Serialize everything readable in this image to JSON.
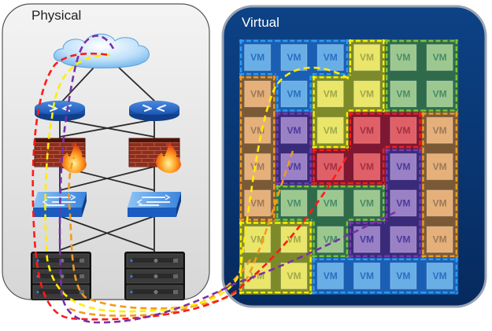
{
  "panels": {
    "physical": {
      "title": "Physical"
    },
    "virtual": {
      "title": "Virtual"
    }
  },
  "physical_devices": {
    "cloud": {
      "label": "cloud",
      "icon": "cloud-icon"
    },
    "routers": [
      {
        "icon": "router-icon"
      },
      {
        "icon": "router-icon"
      }
    ],
    "firewalls": [
      {
        "icon": "firewall-icon"
      },
      {
        "icon": "firewall-icon"
      }
    ],
    "switches": [
      {
        "icon": "switch-icon"
      },
      {
        "icon": "switch-icon"
      }
    ],
    "server_stacks": [
      {
        "icon": "server-rack-icon",
        "units": 3
      },
      {
        "icon": "server-rack-icon",
        "units": 3
      }
    ]
  },
  "vm_label": "VM",
  "vm_grid": {
    "columns": 6,
    "rows": 7,
    "cells": [
      [
        "blue",
        "blue",
        "blue",
        "yellow",
        "green",
        "green"
      ],
      [
        "orange",
        "blue",
        "yellow",
        "yellow",
        "green",
        "green"
      ],
      [
        "orange",
        "purple",
        "yellow",
        "red",
        "red",
        "orange"
      ],
      [
        "orange",
        "purple",
        "red",
        "red",
        "purple",
        "orange"
      ],
      [
        "orange",
        "green",
        "green",
        "green",
        "purple",
        "orange"
      ],
      [
        "yellow",
        "yellow",
        "green",
        "purple",
        "purple",
        "orange"
      ],
      [
        "yellow",
        "yellow",
        "blue",
        "blue",
        "blue",
        "blue"
      ]
    ]
  },
  "groups": {
    "blue": {
      "name": "blue-group",
      "fill": "#1a5fb4",
      "border": "#2d9cf0",
      "tile": "#6aaee6",
      "text": "#2a6fc0"
    },
    "yellow": {
      "name": "yellow-group",
      "fill": "#7d8a2a",
      "border": "#f6f000",
      "tile": "#eae66a",
      "text": "#a0a84a"
    },
    "green": {
      "name": "green-group",
      "fill": "#2f6b4a",
      "border": "#7cc23a",
      "tile": "#9cc890",
      "text": "#4a8a6a"
    },
    "orange": {
      "name": "orange-group",
      "fill": "#7a5a36",
      "border": "#f39a1e",
      "tile": "#e6b07a",
      "text": "#9a7a5a"
    },
    "purple": {
      "name": "purple-group",
      "fill": "#3a2a7a",
      "border": "#7a3ab0",
      "tile": "#9a80c4",
      "text": "#4a3a9a"
    },
    "red": {
      "name": "red-group",
      "fill": "#7e1832",
      "border": "#ff1a1a",
      "tile": "#e06068",
      "text": "#a03040"
    }
  },
  "flows": [
    {
      "name": "red-flow",
      "color": "#ff1a1a"
    },
    {
      "name": "yellow-flow",
      "color": "#ffee00"
    },
    {
      "name": "purple-flow",
      "color": "#7a30a8"
    },
    {
      "name": "orange-flow",
      "color": "#f39a1e"
    }
  ],
  "colors": {
    "physical_bg": "#e2e2e2",
    "virtual_bg": "#0b3a7a",
    "device_blue": "#1f63c8"
  }
}
